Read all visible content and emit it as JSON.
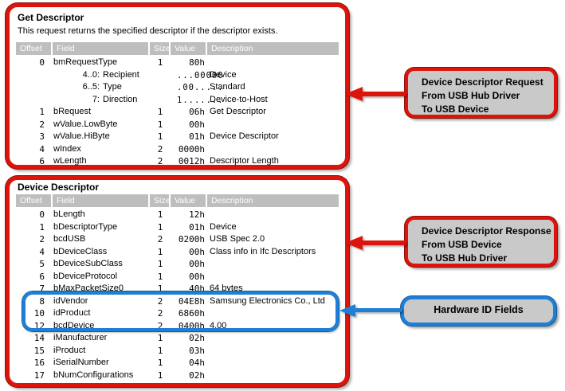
{
  "colors": {
    "red": "#dc140b",
    "red_dark": "#8a120b",
    "blue": "#1e7fd6",
    "blue_dark": "#135e9e",
    "box_fill": "#c9c9c9",
    "header_bg": "#bebebe"
  },
  "panels": {
    "get_descriptor": {
      "title": "Get Descriptor",
      "subtitle": "This request returns the specified descriptor if the descriptor exists.",
      "columns": [
        "Offset",
        "Field",
        "Size",
        "Value",
        "Description"
      ],
      "rows": [
        {
          "offset": "0",
          "field": "bmRequestType",
          "size": "1",
          "value": "80h",
          "desc": ""
        },
        {
          "offset": "",
          "bits": "4..0:",
          "field": "Recipient",
          "size": "",
          "value": "...00000",
          "desc": "Device",
          "sub": true
        },
        {
          "offset": "",
          "bits": "6..5:",
          "field": "Type",
          "size": "",
          "value": ".00.....",
          "desc": "Standard",
          "sub": true
        },
        {
          "offset": "",
          "bits": "7:",
          "field": "Direction",
          "size": "",
          "value": "1.......",
          "desc": "Device-to-Host",
          "sub": true
        },
        {
          "offset": "1",
          "field": "bRequest",
          "size": "1",
          "value": "06h",
          "desc": "Get Descriptor"
        },
        {
          "offset": "2",
          "field": "wValue.LowByte",
          "size": "1",
          "value": "00h",
          "desc": ""
        },
        {
          "offset": "3",
          "field": "wValue.HiByte",
          "size": "1",
          "value": "01h",
          "desc": "Device Descriptor"
        },
        {
          "offset": "4",
          "field": "wIndex",
          "size": "2",
          "value": "0000h",
          "desc": ""
        },
        {
          "offset": "6",
          "field": "wLength",
          "size": "2",
          "value": "0012h",
          "desc": "Descriptor Length"
        }
      ]
    },
    "device_descriptor": {
      "title": "Device Descriptor",
      "columns": [
        "Offset",
        "Field",
        "Size",
        "Value",
        "Description"
      ],
      "rows": [
        {
          "offset": "0",
          "field": "bLength",
          "size": "1",
          "value": "12h",
          "desc": ""
        },
        {
          "offset": "1",
          "field": "bDescriptorType",
          "size": "1",
          "value": "01h",
          "desc": "Device"
        },
        {
          "offset": "2",
          "field": "bcdUSB",
          "size": "2",
          "value": "0200h",
          "desc": "USB Spec 2.0"
        },
        {
          "offset": "4",
          "field": "bDeviceClass",
          "size": "1",
          "value": "00h",
          "desc": "Class info in Ifc Descriptors"
        },
        {
          "offset": "5",
          "field": "bDeviceSubClass",
          "size": "1",
          "value": "00h",
          "desc": ""
        },
        {
          "offset": "6",
          "field": "bDeviceProtocol",
          "size": "1",
          "value": "00h",
          "desc": ""
        },
        {
          "offset": "7",
          "field": "bMaxPacketSize0",
          "size": "1",
          "value": "40h",
          "desc": "64 bytes"
        },
        {
          "offset": "8",
          "field": "idVendor",
          "size": "2",
          "value": "04E8h",
          "desc": "Samsung Electronics Co., Ltd",
          "highlight": true
        },
        {
          "offset": "10",
          "field": "idProduct",
          "size": "2",
          "value": "6860h",
          "desc": "",
          "highlight": true
        },
        {
          "offset": "12",
          "field": "bcdDevice",
          "size": "2",
          "value": "0400h",
          "desc": "4.00",
          "highlight": true
        },
        {
          "offset": "14",
          "field": "iManufacturer",
          "size": "1",
          "value": "02h",
          "desc": ""
        },
        {
          "offset": "15",
          "field": "iProduct",
          "size": "1",
          "value": "03h",
          "desc": ""
        },
        {
          "offset": "16",
          "field": "iSerialNumber",
          "size": "1",
          "value": "04h",
          "desc": ""
        },
        {
          "offset": "17",
          "field": "bNumConfigurations",
          "size": "1",
          "value": "02h",
          "desc": ""
        }
      ]
    }
  },
  "annotations": {
    "request": {
      "lines": [
        "Device Descriptor Request",
        "From USB Hub Driver",
        "To USB Device"
      ]
    },
    "response": {
      "lines": [
        "Device Descriptor Response",
        "From USB Device",
        "To USB Hub Driver"
      ]
    },
    "hardware_id": {
      "label": "Hardware ID Fields"
    }
  }
}
